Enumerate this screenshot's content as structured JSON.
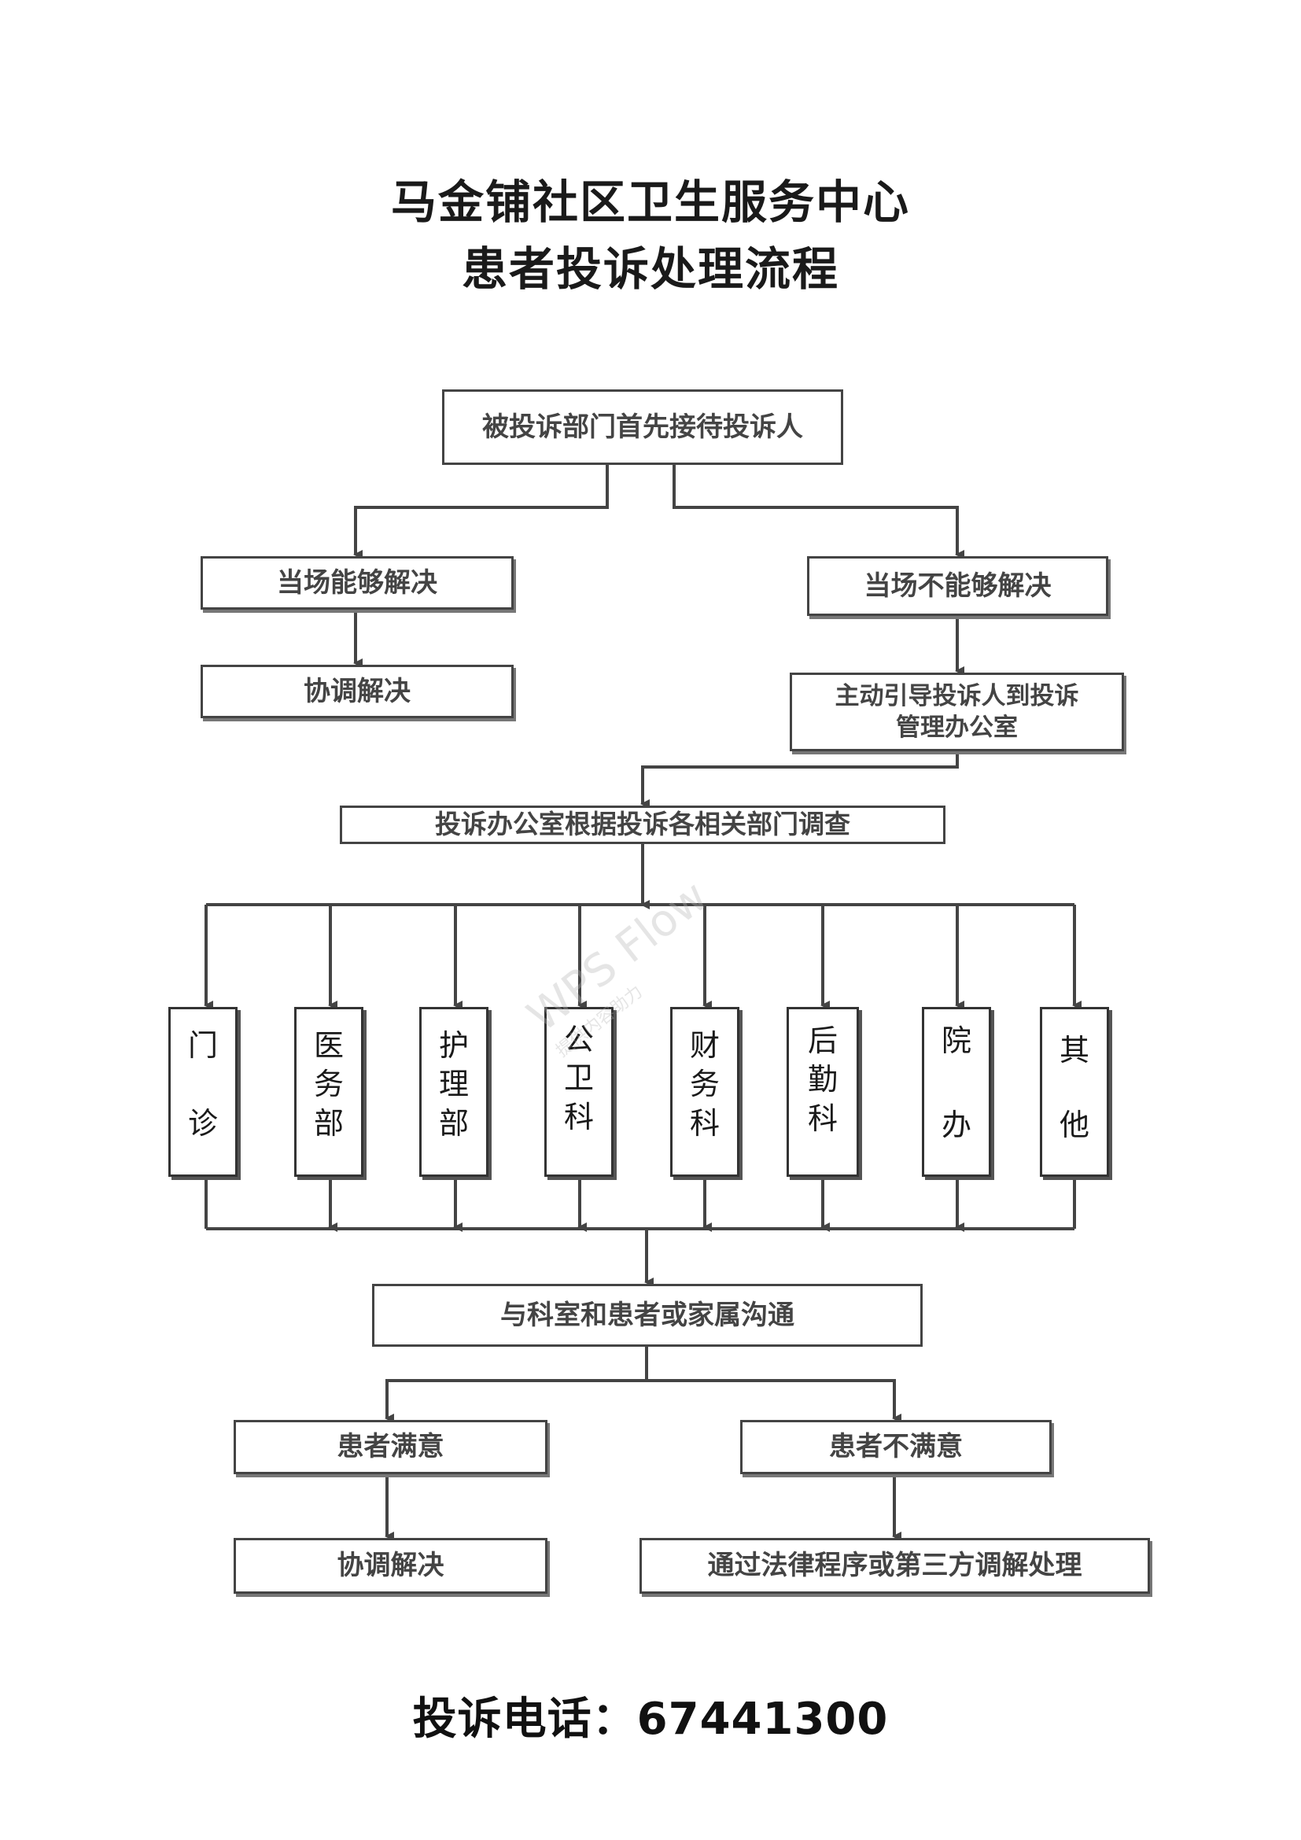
{
  "title": {
    "line1": "马金铺社区卫生服务中心",
    "line2": "患者投诉处理流程"
  },
  "flow": {
    "start": "被投诉部门首先接待投诉人",
    "resolve_on_spot": "当场能够解决",
    "cannot_resolve_on_spot": "当场不能够解决",
    "coordinate_resolve_1": "协调解决",
    "guide_to_office": "主动引导投诉人到投诉管理办公室",
    "investigate": "投诉办公室根据投诉各相关部门调查",
    "departments": [
      {
        "name": "门诊",
        "chars": [
          "门",
          "诊"
        ]
      },
      {
        "name": "医务部",
        "chars": [
          "医",
          "务",
          "部"
        ]
      },
      {
        "name": "护理部",
        "chars": [
          "护",
          "理",
          "部"
        ]
      },
      {
        "name": "公卫科",
        "chars": [
          "公",
          "卫",
          "科"
        ]
      },
      {
        "name": "财务科",
        "chars": [
          "财",
          "务",
          "科"
        ]
      },
      {
        "name": "后勤科",
        "chars": [
          "后",
          "勤",
          "科"
        ]
      },
      {
        "name": "院办",
        "chars": [
          "院",
          "办"
        ]
      },
      {
        "name": "其他",
        "chars": [
          "其",
          "他"
        ]
      }
    ],
    "communicate": "与科室和患者或家属沟通",
    "satisfied": "患者满意",
    "not_satisfied": "患者不满意",
    "coordinate_resolve_2": "协调解决",
    "legal": "通过法律程序或第三方调解处理"
  },
  "watermark": {
    "text": "WPS Flow",
    "sub": "提供内容助力"
  },
  "hotline": {
    "label": "投诉电话：",
    "number": "67441300"
  }
}
